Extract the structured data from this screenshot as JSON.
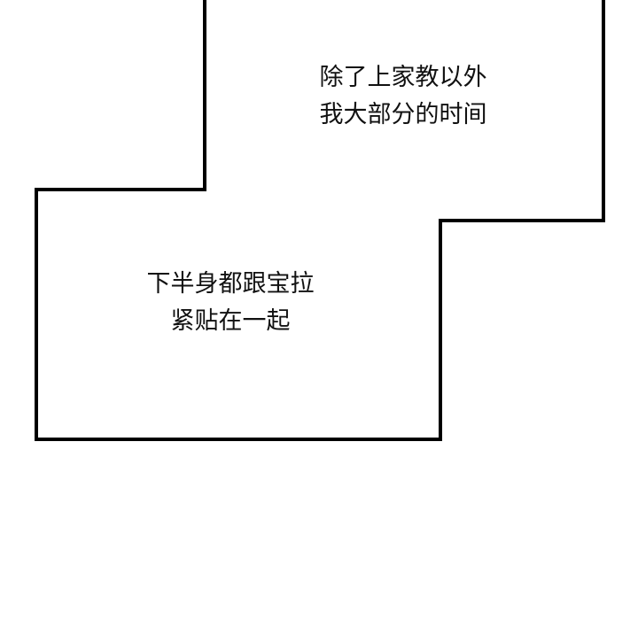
{
  "panels": {
    "border_color": "#000000",
    "background_color": "#ffffff",
    "upper_panel": {
      "caption_lines": [
        "除了上家教以外",
        "我大部分的时间"
      ]
    },
    "lower_panel": {
      "caption_lines": [
        "下半身都跟宝拉",
        "紧贴在一起"
      ]
    }
  }
}
